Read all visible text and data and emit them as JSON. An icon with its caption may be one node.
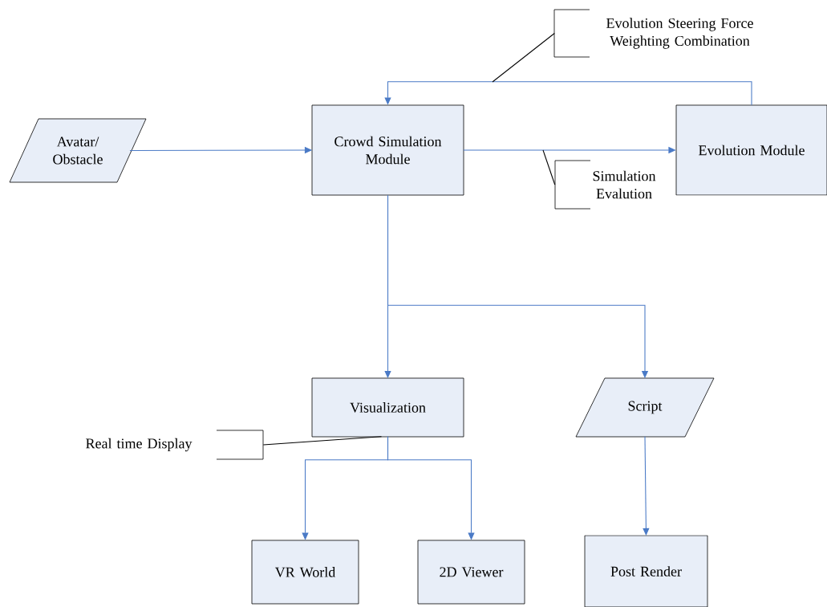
{
  "diagram": {
    "nodes": [
      {
        "text": [
          "Avatar/ Obstacle"
        ]
      },
      {
        "text": [
          "Crowd Simulation Module"
        ]
      },
      {
        "text": [
          "Evolution Module"
        ]
      },
      {
        "text": [
          "Visualization"
        ]
      },
      {
        "text": [
          "Script"
        ]
      },
      {
        "text": [
          "VR World"
        ]
      },
      {
        "text": [
          "2D Viewer"
        ]
      },
      {
        "text": [
          "Post Render"
        ]
      },
      {
        "text": [
          "Evolution Steering Force Weighting Combination"
        ]
      },
      {
        "text": [
          "Simulation Evalution"
        ]
      },
      {
        "text": [
          "Real time Display"
        ]
      }
    ],
    "edges": [
      {
        "from": 0,
        "to": 1,
        "arrow": "to"
      },
      {
        "from": 1,
        "to": 2,
        "arrow": "to"
      },
      {
        "from": 2,
        "to": 1,
        "arrow": "to"
      },
      {
        "from": 1,
        "to": 3,
        "arrow": "to"
      },
      {
        "from": 1,
        "to": 4,
        "arrow": "to"
      },
      {
        "from": 3,
        "to": 5,
        "arrow": "to"
      },
      {
        "from": 3,
        "to": 6,
        "arrow": "to"
      },
      {
        "from": 4,
        "to": 7,
        "arrow": "to"
      },
      {
        "from": 8,
        "to": null,
        "arrow": "none",
        "color": "#000000"
      },
      {
        "from": 9,
        "to": null,
        "arrow": "none",
        "color": "#000000"
      },
      {
        "from": 10,
        "to": 3,
        "arrow": "none",
        "color": "#000000"
      }
    ]
  }
}
